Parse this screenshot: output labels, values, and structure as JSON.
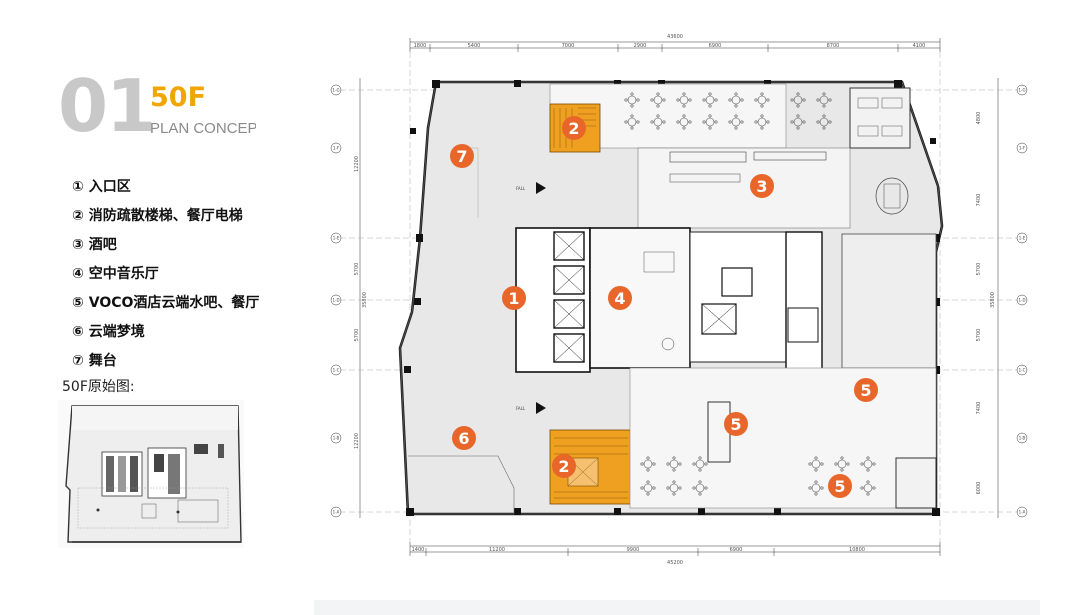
{
  "header": {
    "number": "01",
    "floor": "50F",
    "subtitle": "PLAN CONCEPT"
  },
  "legend": [
    "① 入口区",
    "② 消防疏散楼梯、餐厅电梯",
    "③ 酒吧",
    "④ 空中音乐厅",
    "⑤ VOCO酒店云端水吧、餐厅",
    "⑥ 云端梦境",
    "⑦ 舞台"
  ],
  "original_label": "50F原始图:",
  "plan": {
    "top_total": "43600",
    "top_dims": [
      "1800",
      "5400",
      "7000",
      "2900",
      "6900",
      "8700",
      "4100"
    ],
    "bottom_total": "45200",
    "bottom_dims": [
      "1400",
      "11200",
      "9900",
      "6900",
      "10800"
    ],
    "left_dims": [
      "12200",
      "5700",
      "5700",
      "12200"
    ],
    "left_total": "35800",
    "right_dims": [
      "4800",
      "7400",
      "5700",
      "5700",
      "7400",
      "6000"
    ],
    "right_total": "35800",
    "axis_labels": [
      "1-G",
      "1-F",
      "1-E",
      "1-D",
      "1-C",
      "1-B",
      "1-A"
    ],
    "markers": [
      "1",
      "2",
      "2",
      "3",
      "4",
      "5",
      "5",
      "5",
      "6",
      "7"
    ],
    "accent_color": "#e8662a",
    "stair_color": "#f0a020"
  }
}
